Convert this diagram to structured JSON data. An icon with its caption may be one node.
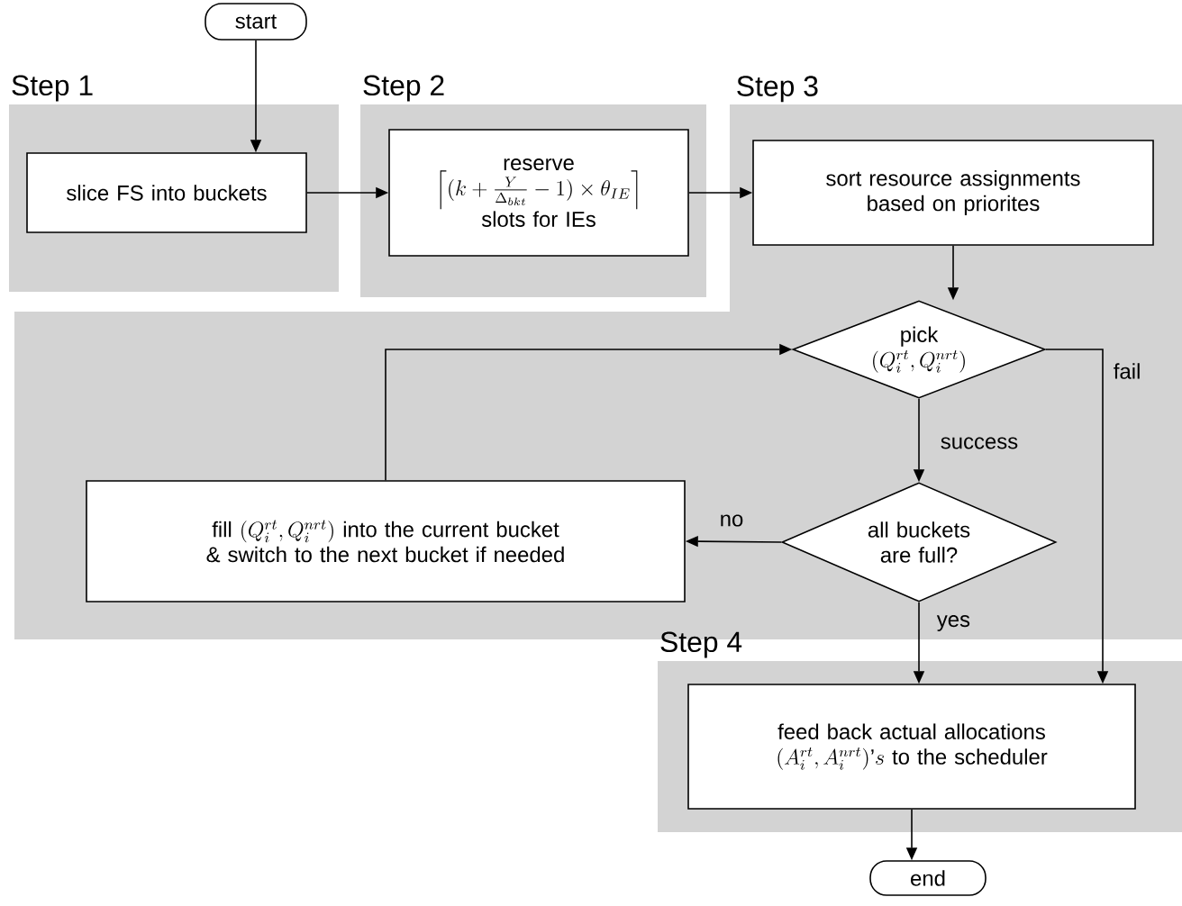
{
  "diagram": {
    "nodes": [
      {
        "text": [
          "start"
        ]
      },
      {
        "text": [
          "Step 1"
        ]
      },
      {
        "text": [
          "slice FS into buckets"
        ],
        "in": 1
      },
      {
        "text": [
          "Step 2"
        ]
      },
      {
        "text": [
          "reserve",
          "\\left\\lceil (k+\\frac{Y}{\\Delta_{bkt}}-1)\\times\\theta_{IE}\\right\\rceil",
          "slots for IEs"
        ],
        "in": 3
      },
      {
        "text": [
          "Step 3"
        ]
      },
      {
        "text": [
          "sort resource assignments based on priorites"
        ],
        "in": 5
      },
      {
        "text": [
          "pick",
          "(Q_i^{rt},Q_i^{nrt})"
        ],
        "in": 5
      },
      {
        "text": [
          "all buckets are full?"
        ],
        "in": 5
      },
      {
        "text": [
          "fill",
          "(Q_i^{rt},Q_i^{nrt})",
          "into the current bucket & switch to the next bucket if needed"
        ],
        "in": 5
      },
      {
        "text": [
          "Step 4"
        ]
      },
      {
        "text": [
          "feed back actual allocations",
          "(A_i^{rt},A_i^{nrt})\\text{'}s",
          "to the scheduler"
        ],
        "in": 10
      },
      {
        "text": [
          "end"
        ]
      }
    ],
    "edges": [
      {
        "from": 0,
        "to": 2,
        "arrow": "to"
      },
      {
        "from": 2,
        "to": 4,
        "arrow": "to"
      },
      {
        "from": 4,
        "to": 6,
        "arrow": "to"
      },
      {
        "from": 6,
        "to": 7,
        "arrow": "to"
      },
      {
        "from": 7,
        "to": 8,
        "arrow": "to",
        "label": "success"
      },
      {
        "from": 8,
        "to": 9,
        "arrow": "to",
        "label": "no"
      },
      {
        "from": 9,
        "to": 7,
        "arrow": "to"
      },
      {
        "from": 8,
        "to": 11,
        "arrow": "to",
        "label": "yes"
      },
      {
        "from": 7,
        "to": 11,
        "arrow": "to",
        "label": "fail"
      },
      {
        "from": 11,
        "to": 12,
        "arrow": "to"
      }
    ]
  }
}
